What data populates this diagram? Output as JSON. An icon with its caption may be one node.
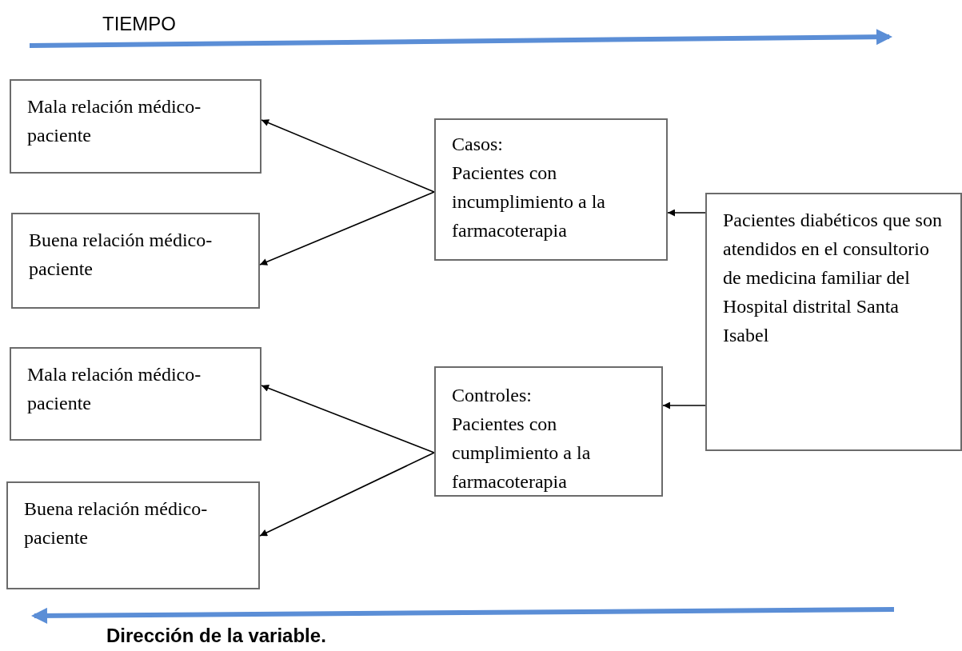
{
  "diagram": {
    "nodes": [
      {
        "text": [
          "Mala relación médico-paciente"
        ]
      },
      {
        "text": [
          "Buena relación médico-paciente"
        ]
      },
      {
        "text": [
          "Mala relación médico-paciente"
        ]
      },
      {
        "text": [
          "Buena relación médico-paciente"
        ]
      },
      {
        "text": [
          "Casos:",
          "Pacientes con incumplimiento a la farmacoterapia"
        ]
      },
      {
        "text": [
          "Controles:",
          "Pacientes con cumplimiento a la farmacoterapia"
        ]
      },
      {
        "text": [
          "Pacientes diabéticos que son atendidos en el consultorio de medicina familiar del Hospital distrital Santa Isabel"
        ]
      }
    ],
    "edges": [
      {
        "from": 4,
        "to": 0,
        "arrow": "to"
      },
      {
        "from": 4,
        "to": 1,
        "arrow": "to"
      },
      {
        "from": 5,
        "to": 2,
        "arrow": "to"
      },
      {
        "from": 5,
        "to": 3,
        "arrow": "to"
      },
      {
        "from": 6,
        "to": 4,
        "arrow": "to"
      },
      {
        "from": 6,
        "to": 5,
        "arrow": "to"
      }
    ],
    "labels": [
      "TIEMPO",
      "Dirección de la variable."
    ]
  }
}
